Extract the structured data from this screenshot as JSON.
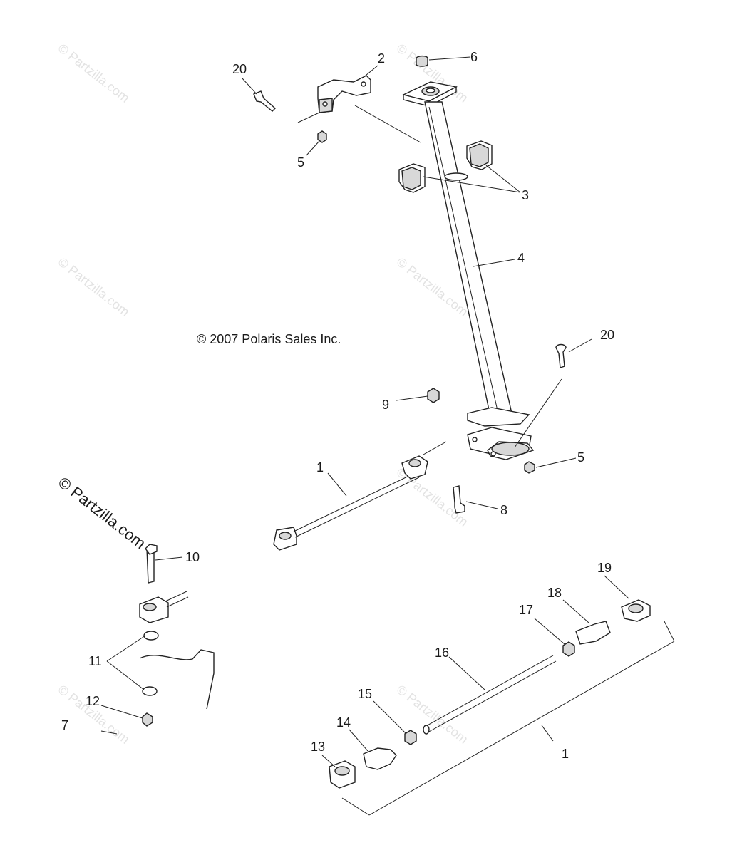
{
  "copyright": "© 2007 Polaris Sales Inc.",
  "watermark": "© Partzilla.com",
  "callouts": [
    "20",
    "2",
    "6",
    "5",
    "3",
    "4",
    "20",
    "9",
    "1",
    "5",
    "8",
    "10",
    "19",
    "18",
    "17",
    "16",
    "11",
    "12",
    "15",
    "7",
    "14",
    "13",
    "1"
  ]
}
